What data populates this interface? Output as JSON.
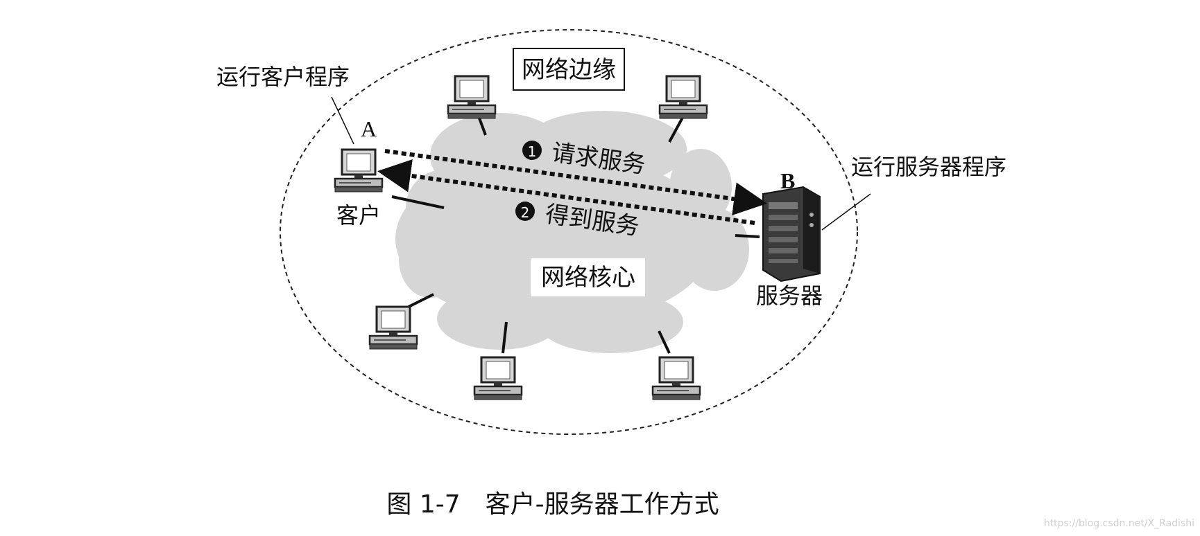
{
  "diagram": {
    "edge_label": "网络边缘",
    "core_label": "网络核心",
    "client_program_label": "运行客户程序",
    "server_program_label": "运行服务器程序",
    "client_letter": "A",
    "server_letter": "B",
    "client_label": "客户",
    "server_label": "服务器",
    "request_step": "1",
    "request_label": "请求服务",
    "response_step": "2",
    "response_label": "得到服务",
    "caption": "图 1-7　客户-服务器工作方式"
  },
  "watermark": "https://blog.csdn.net/X_Radishi",
  "colors": {
    "cloud": "#d8d8d8",
    "ink": "#111111",
    "monitor": "#ffffff",
    "server": "#2c2c2c"
  }
}
